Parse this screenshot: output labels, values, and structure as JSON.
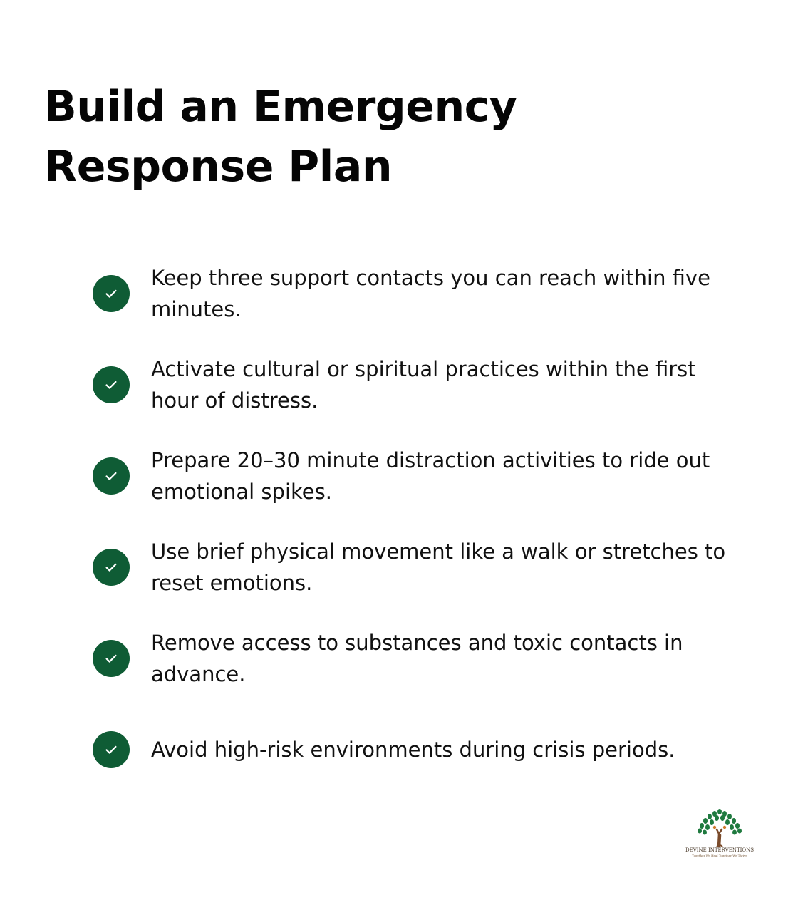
{
  "title": "Build an Emergency Response Plan",
  "items": [
    {
      "text": "Keep three support contacts you can reach within five minutes."
    },
    {
      "text": "Activate cultural or spiritual practices within the first hour of distress."
    },
    {
      "text": "Prepare 20–30 minute distraction activities to ride out emotional spikes."
    },
    {
      "text": "Use brief physical movement like a walk or stretches to reset emotions."
    },
    {
      "text": "Remove access to substances and toxic contacts in advance."
    },
    {
      "text": "Avoid high-risk environments during crisis periods."
    }
  ],
  "icons": {
    "check": "check-circle-icon",
    "logo": "tree-logo-icon"
  },
  "colors": {
    "accent": "#0f5c35",
    "text": "#111111",
    "background": "#ffffff"
  },
  "logo": {
    "name": "DEVINE INTERVENTIONS",
    "tagline": "Together We Heal Together We Thrive"
  }
}
